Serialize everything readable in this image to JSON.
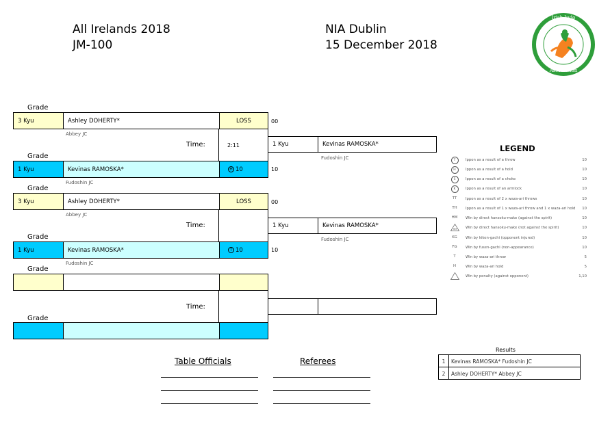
{
  "header": {
    "event": "All Irelands 2018",
    "category": "JM-100",
    "venue": "NIA Dublin",
    "date": "15 December 2018"
  },
  "logo": {
    "top_text": "Irish Judo",
    "bottom_text": "Association",
    "ring_color": "#2e9e3a"
  },
  "labels": {
    "grade": "Grade",
    "time": "Time:"
  },
  "matches": [
    {
      "white": {
        "grade": "3 Kyu",
        "name": "Ashley DOHERTY*",
        "club": "Abbey JC",
        "result": "LOSS",
        "points": "00"
      },
      "blue": {
        "grade": "1 Kyu",
        "name": "Kevinas RAMOSKA*",
        "club": "Fudoshin JC",
        "result_icon": "H",
        "result": "10",
        "points": "10"
      },
      "time": "2:11",
      "winner": {
        "grade": "1 Kyu",
        "name": "Kevinas RAMOSKA*",
        "club": "Fudoshin JC"
      }
    },
    {
      "white": {
        "grade": "3 Kyu",
        "name": "Ashley DOHERTY*",
        "club": "Abbey JC",
        "result": "LOSS",
        "points": "00"
      },
      "blue": {
        "grade": "1 Kyu",
        "name": "Kevinas RAMOSKA*",
        "club": "Fudoshin JC",
        "result_icon": "T",
        "result": "10",
        "points": "10"
      },
      "time": "",
      "winner": {
        "grade": "1 Kyu",
        "name": "Kevinas RAMOSKA*",
        "club": "Fudoshin JC"
      }
    },
    {
      "white": {
        "grade": "",
        "name": "",
        "club": "",
        "result": "",
        "points": ""
      },
      "blue": {
        "grade": "",
        "name": "",
        "club": "",
        "result": "",
        "points": ""
      },
      "time": "",
      "winner": {
        "grade": "",
        "name": "",
        "club": ""
      }
    }
  ],
  "legend": {
    "title": "LEGEND",
    "items": [
      {
        "code": "T",
        "shape": "circle",
        "desc": "Ippon as a result of a throw",
        "points": "10"
      },
      {
        "code": "H",
        "shape": "circle",
        "desc": "Ippon as a result of a hold",
        "points": "10"
      },
      {
        "code": "S",
        "shape": "circle",
        "desc": "Ippon as a result of a choke",
        "points": "10"
      },
      {
        "code": "K",
        "shape": "circle",
        "desc": "Ippon as a result of an armlock",
        "points": "10"
      },
      {
        "code": "TT",
        "shape": "text",
        "desc": "Ippon as a result of 2 x waza-ari throws",
        "points": "10"
      },
      {
        "code": "TH",
        "shape": "text",
        "desc": "Ippon as a result of 1 x waza-ari throw and 1 x waza-ari hold",
        "points": "10"
      },
      {
        "code": "HM",
        "shape": "text",
        "desc": "Win by direct hansoku-make (against the spirit)",
        "points": "10"
      },
      {
        "code": "HM",
        "shape": "triangle",
        "desc": "Win by direct hansoku-make (not against the spirit)",
        "points": "10"
      },
      {
        "code": "KG",
        "shape": "text",
        "desc": "Win by kiken-gachi (opponent injured)",
        "points": "10"
      },
      {
        "code": "FG",
        "shape": "text",
        "desc": "Win by fusen-gachi (non-appearance)",
        "points": "10"
      },
      {
        "code": "T",
        "shape": "text",
        "desc": "Win by waza-ari throw",
        "points": "5"
      },
      {
        "code": "H",
        "shape": "text",
        "desc": "Win by waza-ari hold",
        "points": "5"
      },
      {
        "code": "",
        "shape": "triangle",
        "desc": "Win by penalty (against opponent)",
        "points": "1,10"
      }
    ]
  },
  "results": {
    "title": "Results",
    "rows": [
      {
        "place": "1",
        "text": "Kevinas RAMOSKA* Fudoshin JC"
      },
      {
        "place": "2",
        "text": "Ashley DOHERTY* Abbey JC"
      }
    ]
  },
  "officials": {
    "table_label": "Table Officials",
    "referees_label": "Referees"
  }
}
